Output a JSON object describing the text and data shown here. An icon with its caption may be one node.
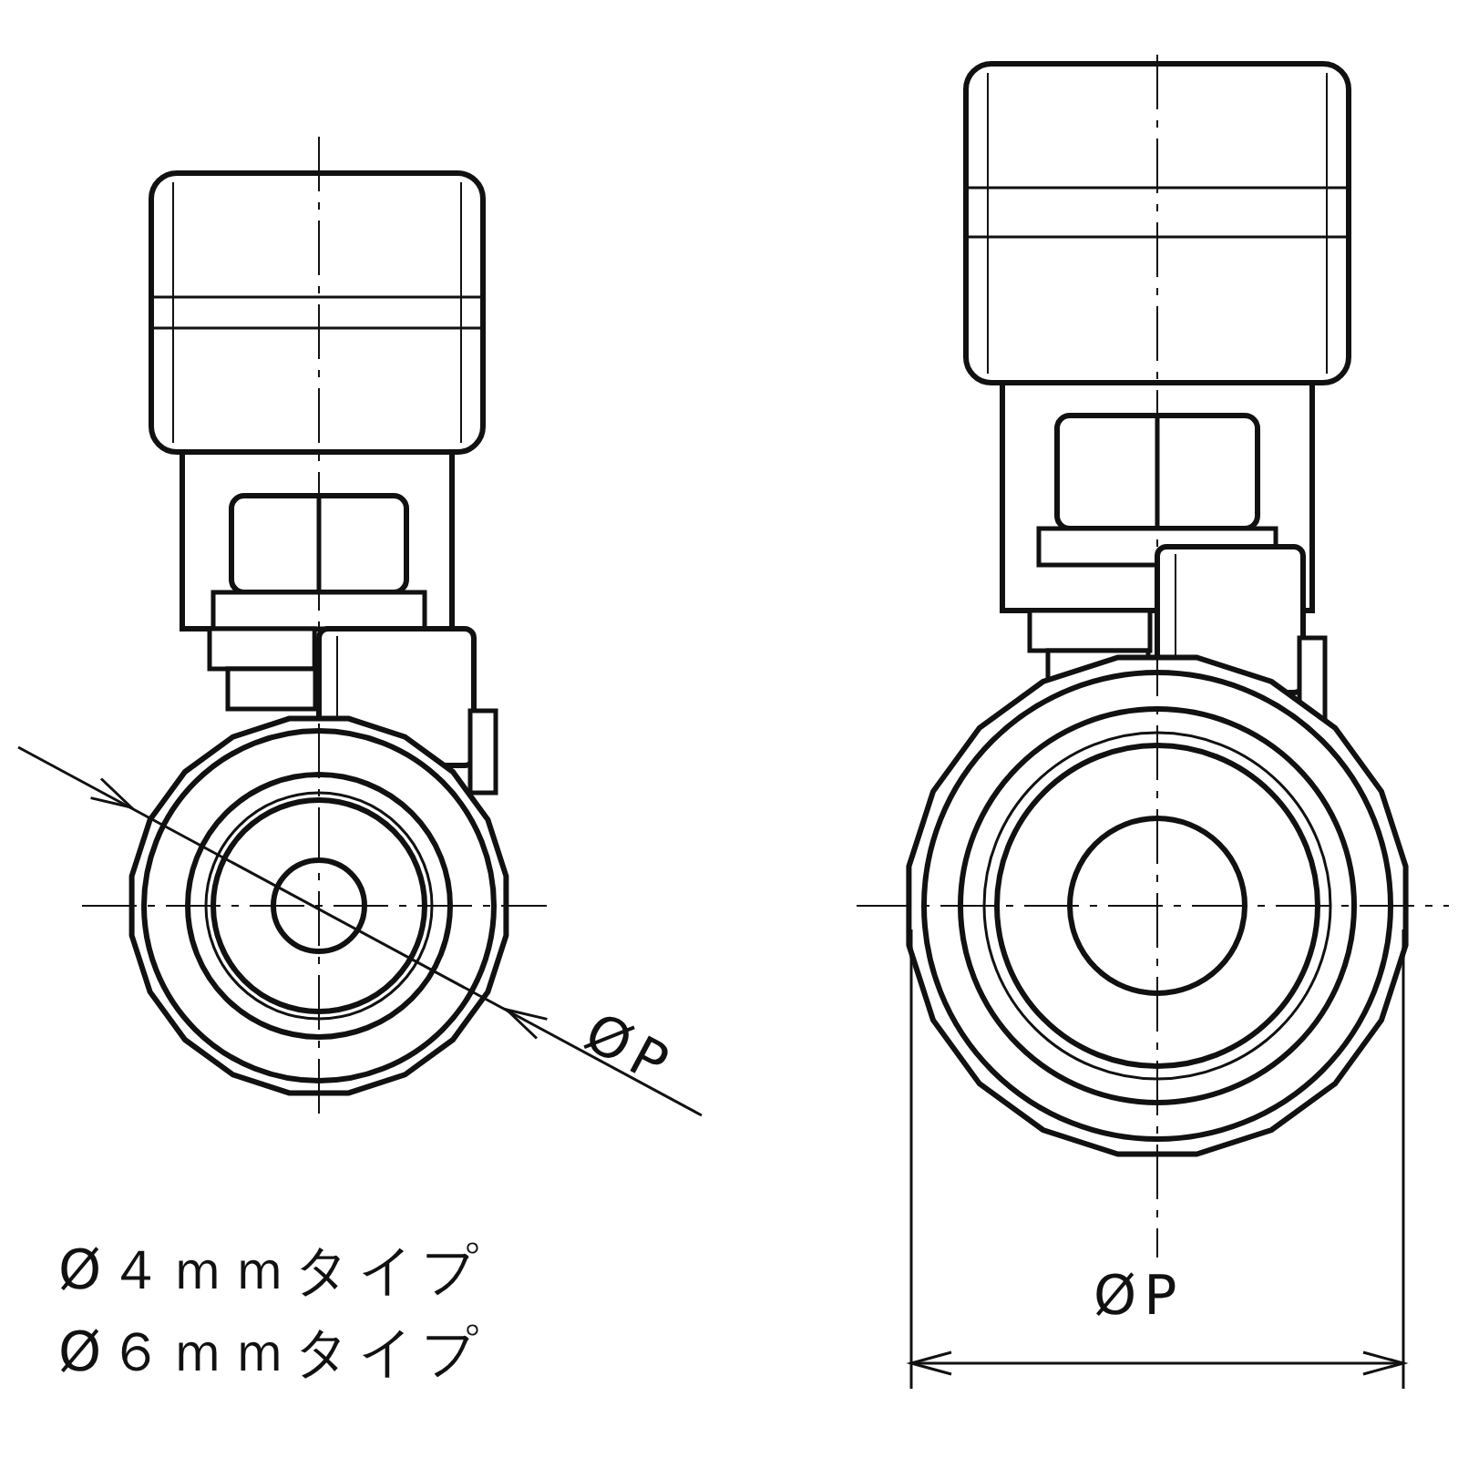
{
  "diagram": {
    "labels": [
      "ØP",
      "ØP",
      "Ø４ｍｍタイプ",
      "Ø６ｍｍタイプ"
    ]
  }
}
